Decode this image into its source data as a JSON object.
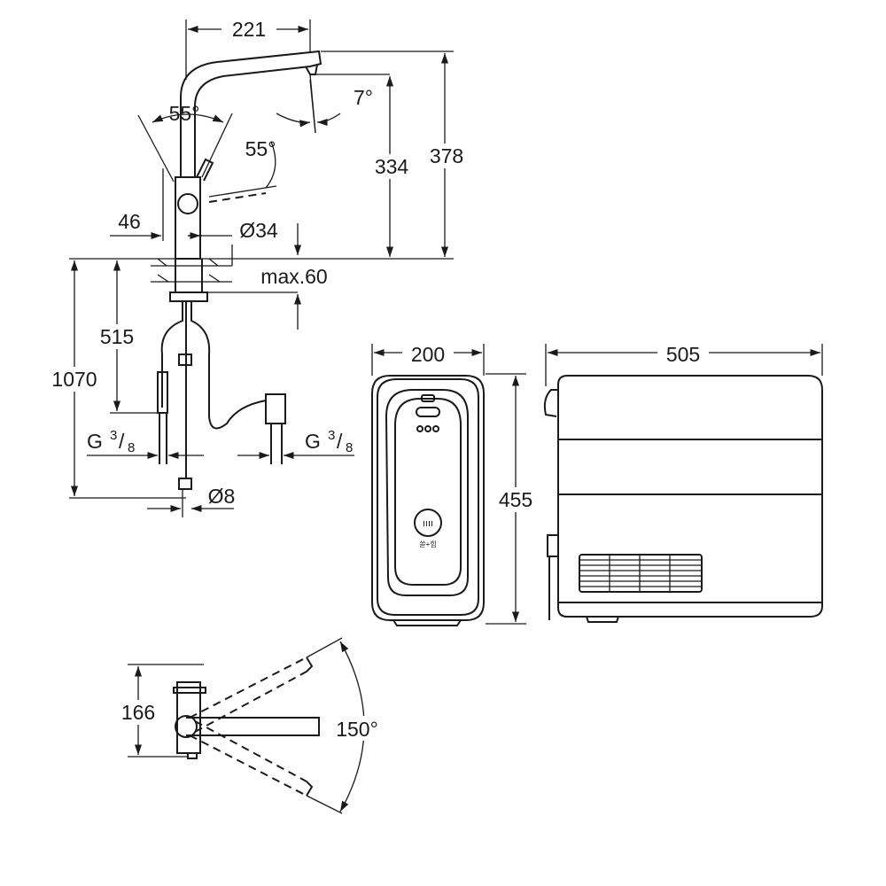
{
  "dimensions": {
    "faucet_reach": "221",
    "spout_tilt": "7°",
    "lever_angle_a": "55°",
    "lever_angle_b": "55°",
    "spout_height": "334",
    "total_height": "378",
    "body_offset": "46",
    "body_diameter": "Ø34",
    "deck_max": "max.60",
    "hose_inner": "515",
    "hose_total": "1070",
    "thread_left": "G",
    "thread_right": "G",
    "thread_fraction_num": "3",
    "thread_fraction_den": "8",
    "pipe_diameter": "Ø8",
    "unit_width": "200",
    "unit_depth": "505",
    "unit_height": "455",
    "rotation_depth": "166",
    "rotation_angle": "150°"
  },
  "unit_panel": {
    "button_label": "ıııı",
    "button_caption": "쏟+힘"
  },
  "colors": {
    "line": "#1a1a1a",
    "background": "#ffffff"
  }
}
